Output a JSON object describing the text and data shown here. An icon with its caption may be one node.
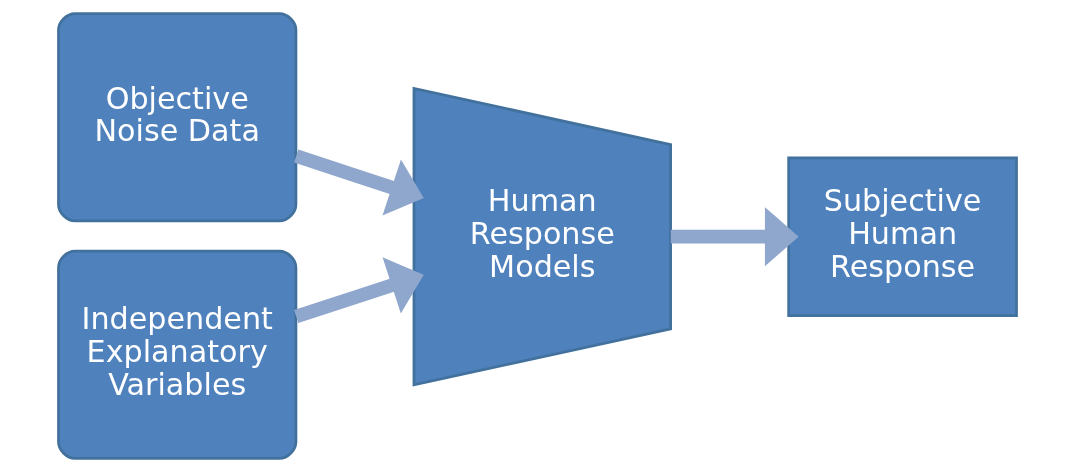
{
  "diagram": {
    "nodes": [
      {
        "text": [
          "Objective Noise Data"
        ]
      },
      {
        "text": [
          "Independent Explanatory Variables"
        ]
      },
      {
        "text": [
          "Human Response Models"
        ]
      },
      {
        "text": [
          "Subjective Human Response"
        ]
      }
    ],
    "edges": [
      {
        "from": 0,
        "to": 2,
        "arrow": "to"
      },
      {
        "from": 1,
        "to": 2,
        "arrow": "to"
      },
      {
        "from": 2,
        "to": 3,
        "arrow": "to"
      }
    ]
  }
}
